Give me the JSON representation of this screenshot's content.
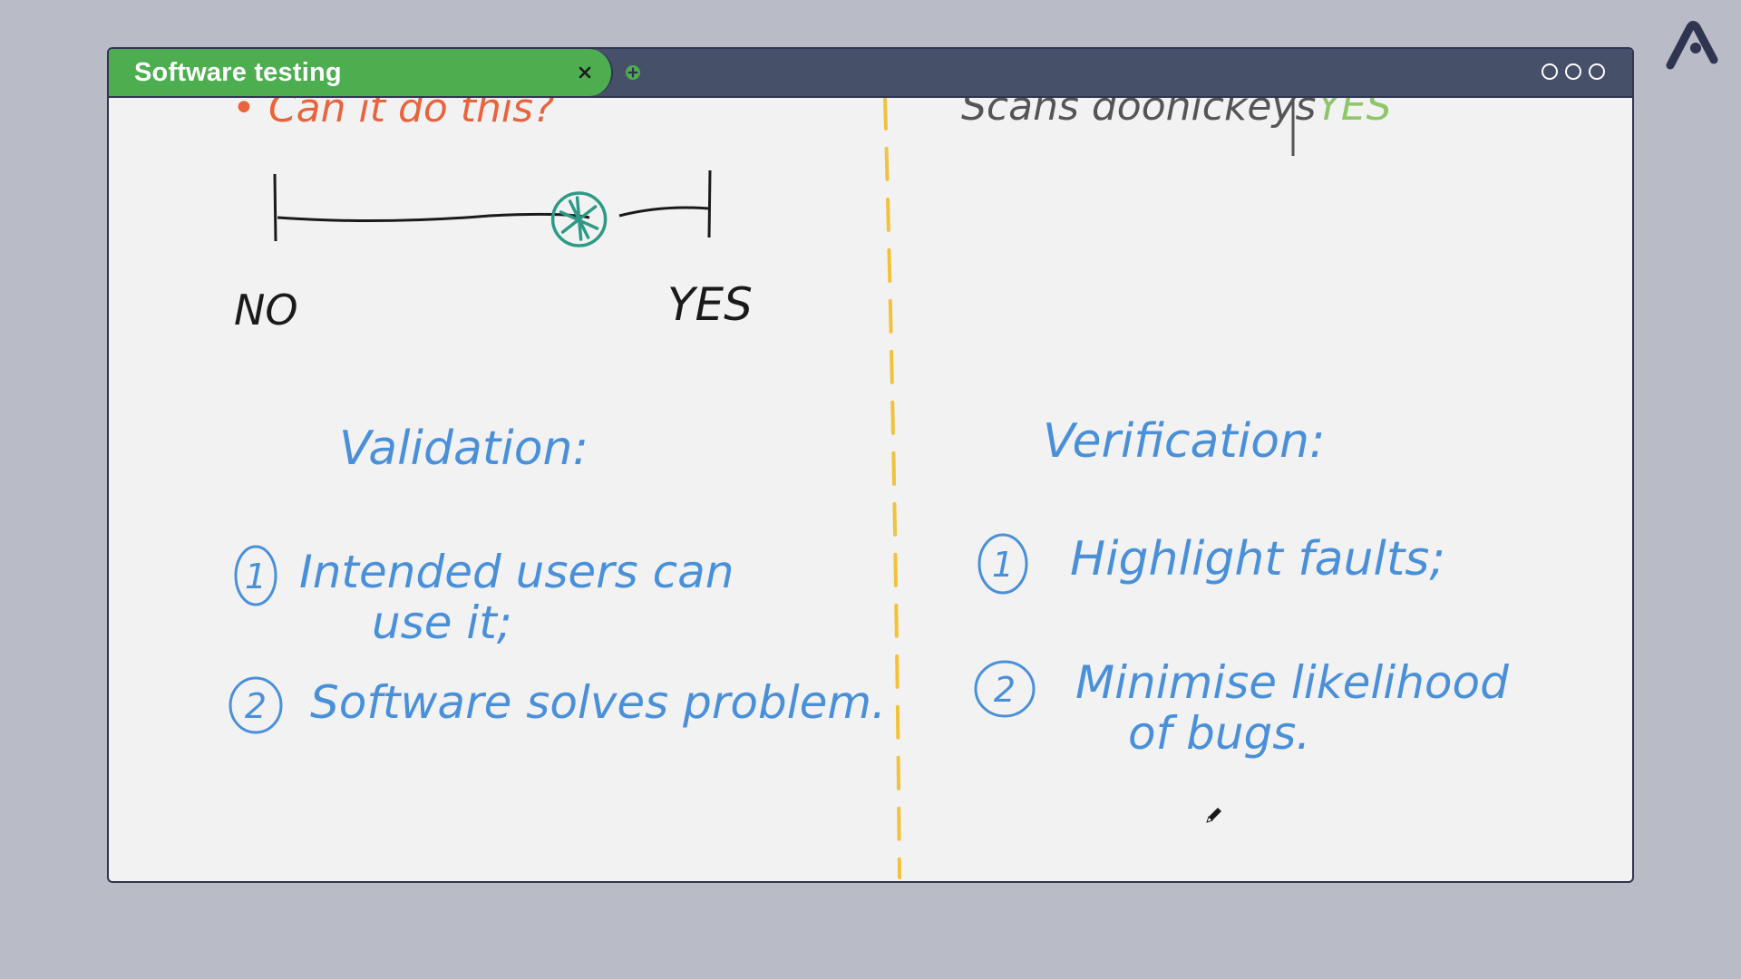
{
  "tab": {
    "title": "Software testing",
    "close_symbol": "×"
  },
  "new_tab_icon": "plus-icon",
  "window_controls": [
    "circle",
    "circle",
    "circle"
  ],
  "colors": {
    "background": "#b9bcc6",
    "titlebar": "#475069",
    "tab_active": "#4cae4f",
    "canvas": "#f2f2f3",
    "ink_black": "#1a1a1a",
    "ink_blue": "#4a90d9",
    "ink_orange": "#e8643c",
    "ink_teal": "#2e9a86",
    "ink_gray": "#555555",
    "ink_green": "#8fc66a",
    "divider_yellow": "#f2c23a"
  },
  "notes": {
    "top_left_cut": "• Can it do this?",
    "top_right_cut": "Scans doohickeys",
    "top_right_cut_answer": "YES",
    "scale": {
      "left_label": "NO",
      "right_label": "YES",
      "marker_position": 0.7
    },
    "validation": {
      "heading": "Validation:",
      "item1_num": "1",
      "item1_line1": "Intended users can",
      "item1_line2": "use it;",
      "item2_num": "2",
      "item2_text": "Software solves problem."
    },
    "verification": {
      "heading": "Verification:",
      "item1_num": "1",
      "item1_text": "Highlight faults;",
      "item2_num": "2",
      "item2_line1": "Minimise likelihood",
      "item2_line2": "of bugs."
    }
  }
}
